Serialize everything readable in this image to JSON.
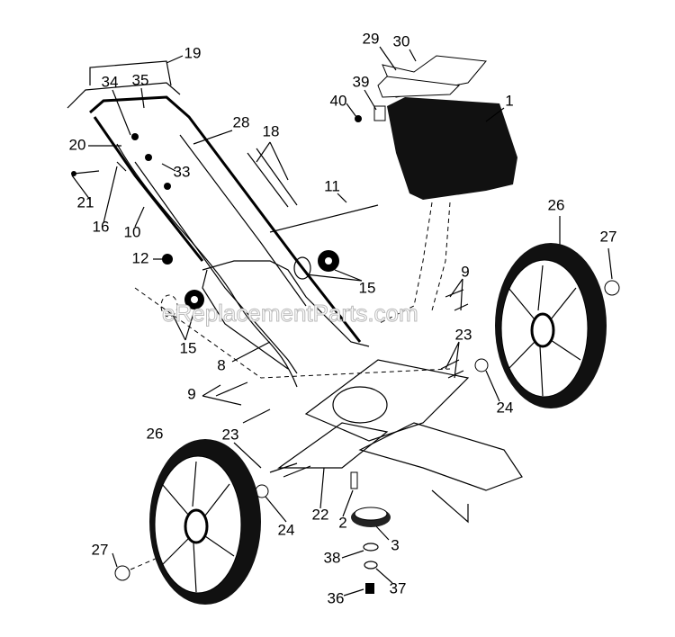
{
  "watermark": "eReplacementParts.com",
  "callouts": [
    {
      "id": "callout-30",
      "label": "30"
    },
    {
      "id": "callout-29",
      "label": "29"
    },
    {
      "id": "callout-19",
      "label": "19"
    },
    {
      "id": "callout-34",
      "label": "34"
    },
    {
      "id": "callout-35",
      "label": "35"
    },
    {
      "id": "callout-39",
      "label": "39"
    },
    {
      "id": "callout-40",
      "label": "40"
    },
    {
      "id": "callout-1",
      "label": "1"
    },
    {
      "id": "callout-28",
      "label": "28"
    },
    {
      "id": "callout-18",
      "label": "18"
    },
    {
      "id": "callout-20",
      "label": "20"
    },
    {
      "id": "callout-33",
      "label": "33"
    },
    {
      "id": "callout-21",
      "label": "21"
    },
    {
      "id": "callout-16",
      "label": "16"
    },
    {
      "id": "callout-10",
      "label": "10"
    },
    {
      "id": "callout-11",
      "label": "11"
    },
    {
      "id": "callout-26a",
      "label": "26"
    },
    {
      "id": "callout-27a",
      "label": "27"
    },
    {
      "id": "callout-12",
      "label": "12"
    },
    {
      "id": "callout-9a",
      "label": "9"
    },
    {
      "id": "callout-15a",
      "label": "15"
    },
    {
      "id": "callout-15b",
      "label": "15"
    },
    {
      "id": "callout-8",
      "label": "8"
    },
    {
      "id": "callout-23a",
      "label": "23"
    },
    {
      "id": "callout-9b",
      "label": "9"
    },
    {
      "id": "callout-24a",
      "label": "24"
    },
    {
      "id": "callout-26b",
      "label": "26"
    },
    {
      "id": "callout-23b",
      "label": "23"
    },
    {
      "id": "callout-22",
      "label": "22"
    },
    {
      "id": "callout-2",
      "label": "2"
    },
    {
      "id": "callout-24b",
      "label": "24"
    },
    {
      "id": "callout-3",
      "label": "3"
    },
    {
      "id": "callout-27b",
      "label": "27"
    },
    {
      "id": "callout-38",
      "label": "38"
    },
    {
      "id": "callout-37",
      "label": "37"
    },
    {
      "id": "callout-36",
      "label": "36"
    }
  ]
}
